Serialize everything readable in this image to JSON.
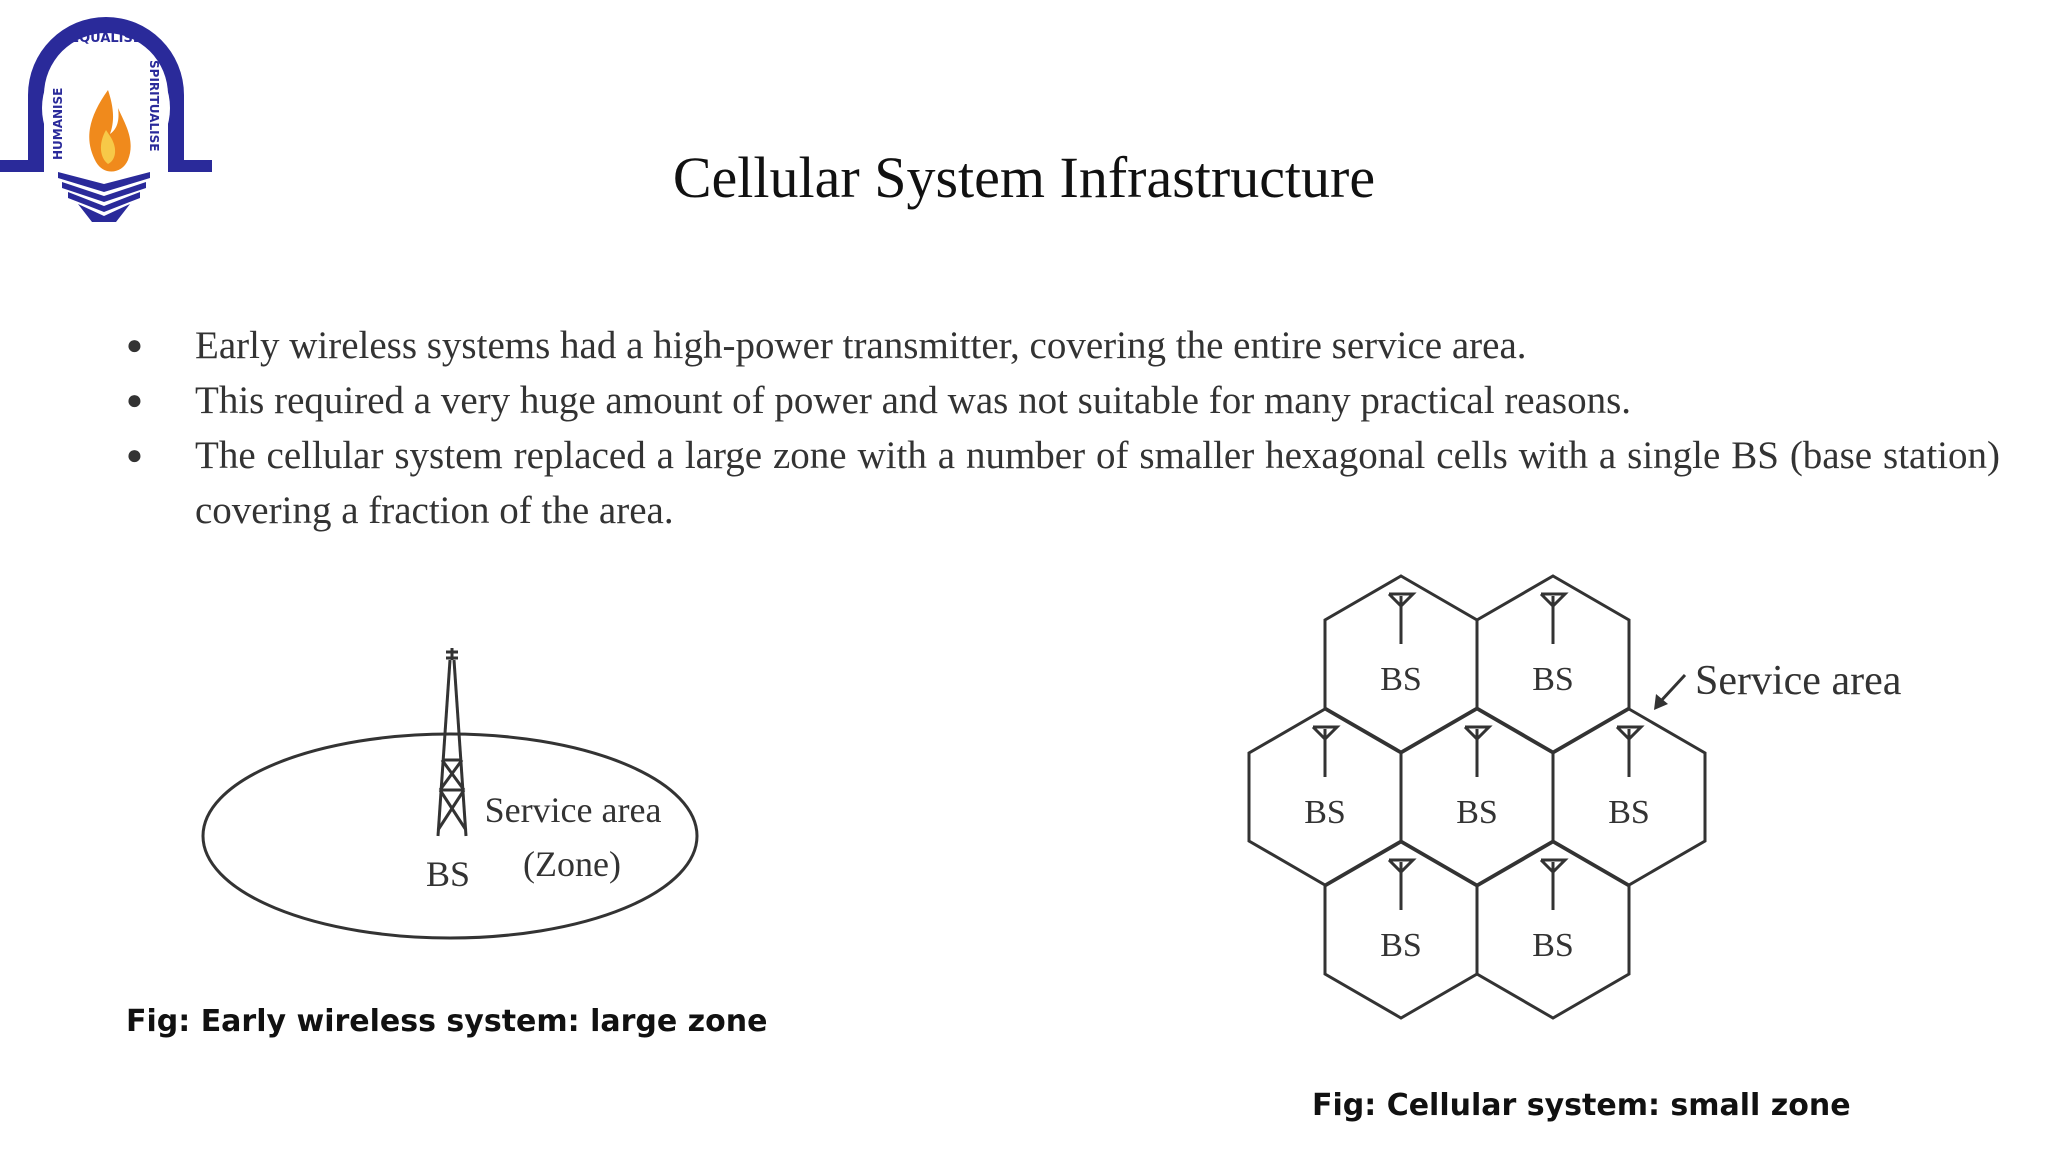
{
  "logo": {
    "motto_top": "EQUALISE",
    "motto_left": "HUMANISE",
    "motto_right": "SPIRITUALISE",
    "colors": {
      "arch": "#2a2a9a",
      "flame_outer": "#f08a1c",
      "flame_inner": "#f7c948"
    }
  },
  "slide": {
    "title": "Cellular System Infrastructure",
    "bullets": [
      "Early wireless systems had a high-power transmitter, covering the entire service area.",
      "This required a very huge amount of power and was not suitable for many practical reasons.",
      "The cellular system replaced a large zone with a number of smaller hexagonal cells with a single BS (base station) covering a fraction of the area."
    ]
  },
  "figure_left": {
    "tower_label": "BS",
    "area_label_line1": "Service area",
    "area_label_line2": "(Zone)",
    "caption": "Fig: Early wireless system: large zone"
  },
  "figure_right": {
    "cell_label": "BS",
    "area_label": "Service area",
    "caption": "Fig: Cellular system: small zone"
  }
}
